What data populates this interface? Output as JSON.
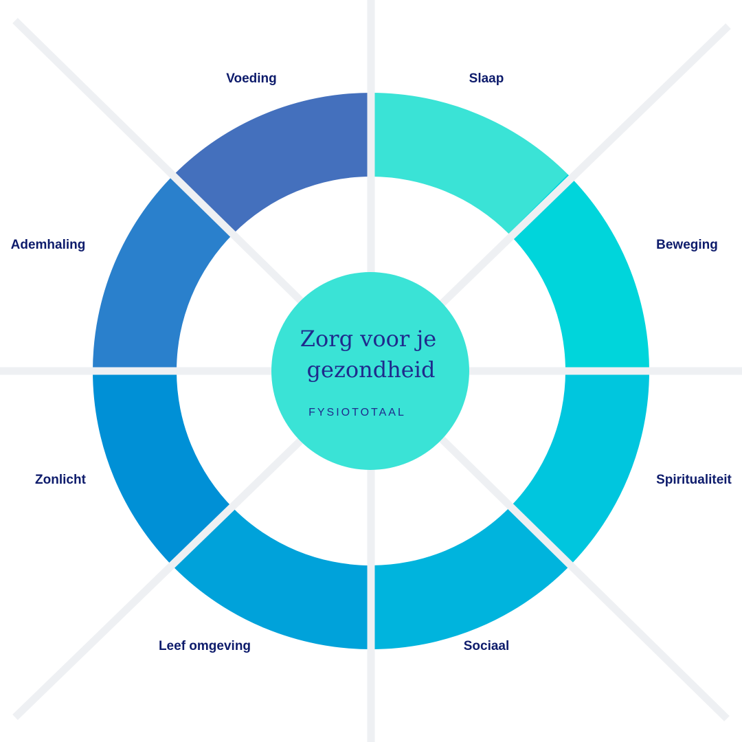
{
  "center": {
    "title_line1": "Zorg voor je",
    "title_line2": "gezondheid",
    "subtitle": "FYSIOTOTAAL",
    "color": "#3ae3d6"
  },
  "background_color": "#ffffff",
  "divider_color": "#eef0f3",
  "label_color": "#0d1b6b",
  "segments": [
    {
      "label": "Slaap",
      "color": "#3ae3d6"
    },
    {
      "label": "Beweging",
      "color": "#00d5db"
    },
    {
      "label": "Spiritualiteit",
      "color": "#00c6de"
    },
    {
      "label": "Sociaal",
      "color": "#00b4dd"
    },
    {
      "label": "Leef omgeving",
      "color": "#00a2da"
    },
    {
      "label": "Zonlicht",
      "color": "#0090d6"
    },
    {
      "label": "Ademhaling",
      "color": "#2a80cc"
    },
    {
      "label": "Voeding",
      "color": "#4470bd"
    }
  ]
}
